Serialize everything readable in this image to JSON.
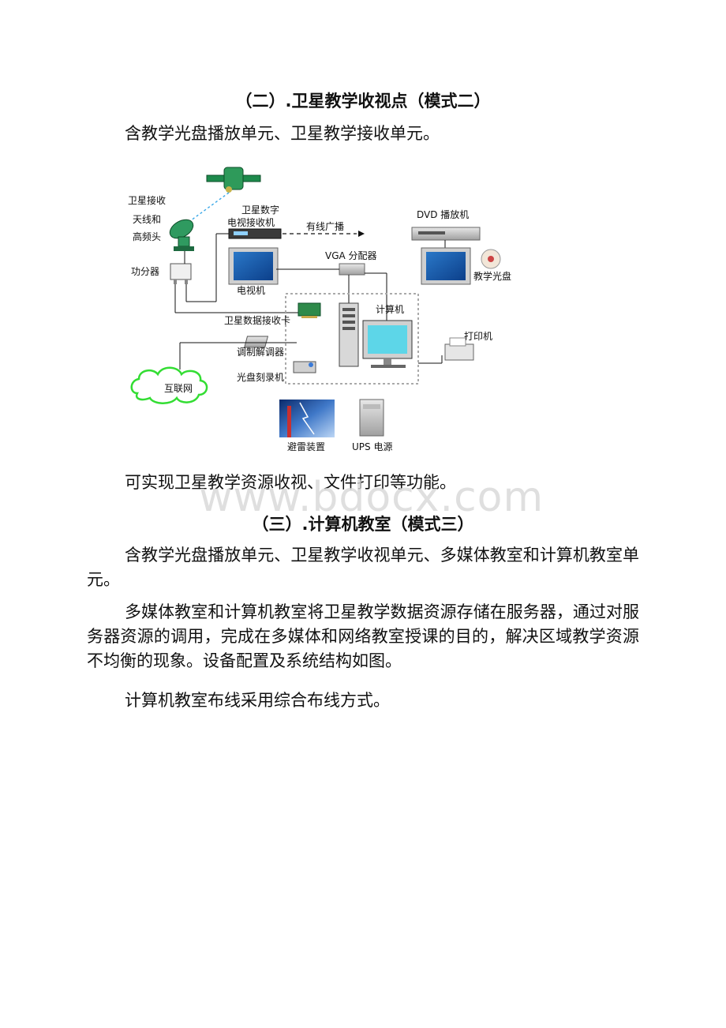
{
  "section2": {
    "heading": "（二）.卫星教学收视点（模式二）",
    "intro": "含教学光盘播放单元、卫星教学接收单元。",
    "diagram": {
      "antenna_label_1": "卫星接收",
      "antenna_label_2": "天线和",
      "antenna_label_3": "高频头",
      "receiver_label_1": "卫星数字",
      "receiver_label_2": "电视接收机",
      "cable_label": "有线广播",
      "dvd_label": "DVD 播放机",
      "disc_label": "教学光盘",
      "splitter_label": "功分器",
      "tv_label": "电视机",
      "vga_label": "VGA 分配器",
      "computer_label": "计算机",
      "card_label": "卫星数据接收卡",
      "printer_label": "打印机",
      "modem_label": "调制解调器",
      "burner_label": "光盘刻录机",
      "internet_label": "互联网",
      "lightning_label": "避雷装置",
      "ups_label": "UPS 电源"
    },
    "summary": "可实现卫星教学资源收视、文件打印等功能。"
  },
  "section3": {
    "heading": "（三）.计算机教室（模式三）",
    "p1": "含教学光盘播放单元、卫星教学收视单元、多媒体教室和计算机教室单元。",
    "p2": "多媒体教室和计算机教室将卫星教学数据资源存储在服务器，通过对服务器资源的调用，完成在多媒体和网络教室授课的目的，解决区域教学资源不均衡的现象。设备配置及系统结构如图。",
    "p3": "计算机教室布线采用综合布线方式。"
  },
  "watermark": "www.bdocx.com"
}
